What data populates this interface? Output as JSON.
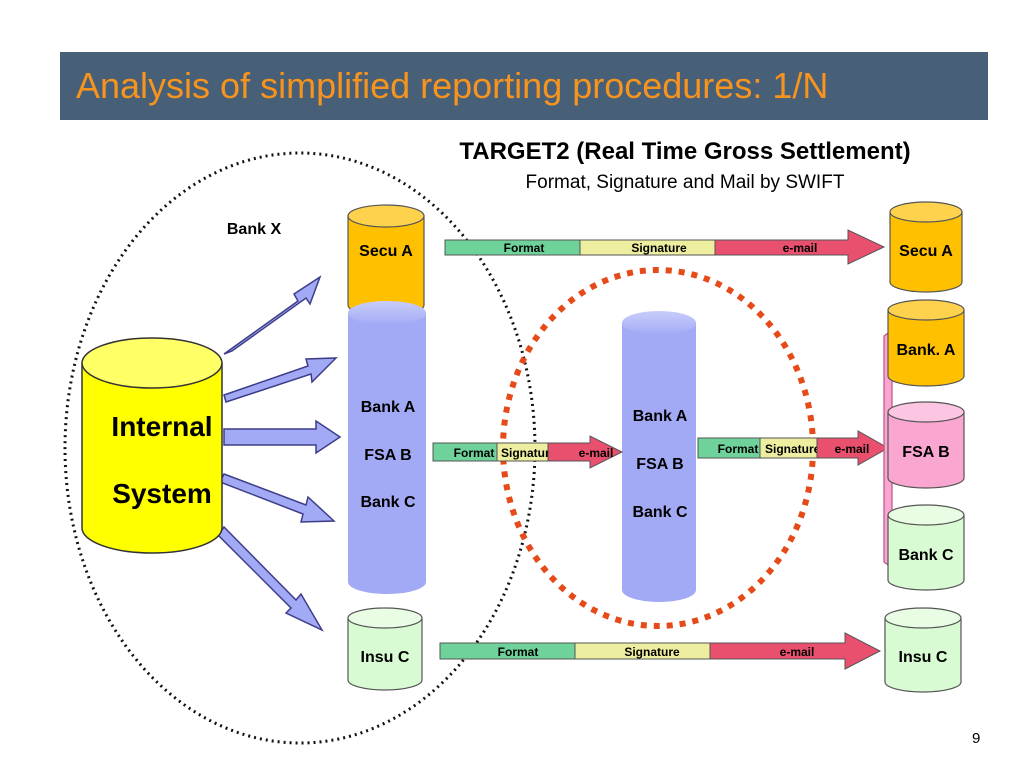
{
  "slide": {
    "title": "Analysis of simplified reporting procedures: 1/N",
    "heading": "TARGET2 (Real Time Gross Settlement)",
    "subheading": "Format, Signature and Mail by SWIFT",
    "page_number": "9"
  },
  "diagram": {
    "group_label": "Bank X",
    "internal_system": {
      "line1": "Internal",
      "line2": "System"
    },
    "left_banks": {
      "line1": "Bank A",
      "line2": "FSA B",
      "line3": "Bank C"
    },
    "middle_banks": {
      "line1": "Bank A",
      "line2": "FSA B",
      "line3": "Bank C"
    },
    "secu_left": "Secu A",
    "insu_left": "Insu C",
    "secu_right": "Secu A",
    "bank_a_right": "Bank. A",
    "fsa_b_right": "FSA B",
    "bank_c_right": "Bank C",
    "insu_right": "Insu C",
    "pipeline_top": {
      "format": "Format",
      "signature": "Signature",
      "email": "e-mail"
    },
    "pipeline_mid_left": {
      "format": "Format",
      "signature": "Signature",
      "email": "e-mail"
    },
    "pipeline_mid_right": {
      "format": "Format",
      "signature": "Signature",
      "email": "e-mail"
    },
    "pipeline_bottom": {
      "format": "Format",
      "signature": "Signature",
      "email": "e-mail"
    }
  },
  "colors": {
    "title_bar": "#485f78",
    "title_text": "#f7941d",
    "internal_system": "#ffff00",
    "secu": "#ffc000",
    "bank_cylinder": "#a3aaf5",
    "insu": "#d9fbd3",
    "fsa_pink": "#f9a6d1",
    "format_seg": "#6fd29a",
    "signature_seg": "#eeeea0",
    "email_seg": "#e8506e",
    "red_dotted": "#e64a19"
  }
}
